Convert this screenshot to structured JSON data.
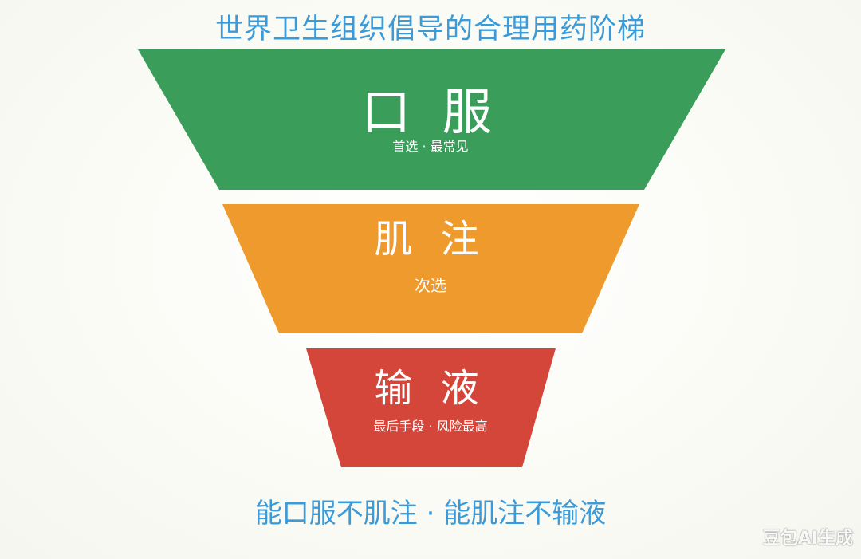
{
  "title": "世界卫生组织倡导的合理用药阶梯",
  "tiers": [
    {
      "name": "口 服",
      "note": "首选 · 最常见",
      "color": "#3a9e5a"
    },
    {
      "name": "肌 注",
      "note": "次选",
      "color": "#ee9a2c"
    },
    {
      "name": "输 液",
      "note": "最后手段 · 风险最高",
      "color": "#d4453a"
    }
  ],
  "footer": "能口服不肌注 · 能肌注不输液",
  "watermark": "豆包AI生成"
}
